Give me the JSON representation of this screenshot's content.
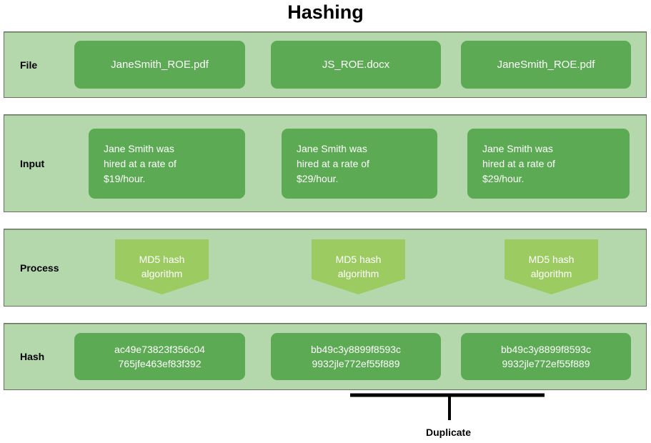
{
  "title": "Hashing",
  "colors": {
    "band_background": "#b4d8ac",
    "band_border": "#62705c",
    "card_green": "#5cab54",
    "process_green": "#9ccc61",
    "card_text": "#ffffff",
    "label_text": "#000000",
    "connector": "#000000",
    "page_background": "#ffffff"
  },
  "rows": [
    {
      "label": "File",
      "type": "card",
      "items": [
        {
          "text": "JaneSmith_ROE.pdf"
        },
        {
          "text": "JS_ROE.docx"
        },
        {
          "text": "JaneSmith_ROE.pdf"
        }
      ]
    },
    {
      "label": "Input",
      "type": "multiline-card",
      "items": [
        {
          "line1": "Jane Smith was",
          "line2": "hired at a rate of",
          "line3": "$19/hour."
        },
        {
          "line1": "Jane Smith was",
          "line2": "hired at a rate of",
          "line3": "$29/hour."
        },
        {
          "line1": "Jane Smith was",
          "line2": "hired at a rate of",
          "line3": "$29/hour."
        }
      ]
    },
    {
      "label": "Process",
      "type": "pentagon",
      "items": [
        {
          "line1": "MD5 hash",
          "line2": "algorithm"
        },
        {
          "line1": "MD5 hash",
          "line2": "algorithm"
        },
        {
          "line1": "MD5 hash",
          "line2": "algorithm"
        }
      ]
    },
    {
      "label": "Hash",
      "type": "multiline-card",
      "items": [
        {
          "line1": "ac49e73823f356c04",
          "line2": "765jfe463ef83f392"
        },
        {
          "line1": "bb49c3y8899f8593c",
          "line2": "9932jle772ef55f889"
        },
        {
          "line1": "bb49c3y8899f8593c",
          "line2": "9932jle772ef55f889"
        }
      ]
    }
  ],
  "annotation": {
    "label": "Duplicate",
    "connects_columns": [
      2,
      3
    ]
  }
}
